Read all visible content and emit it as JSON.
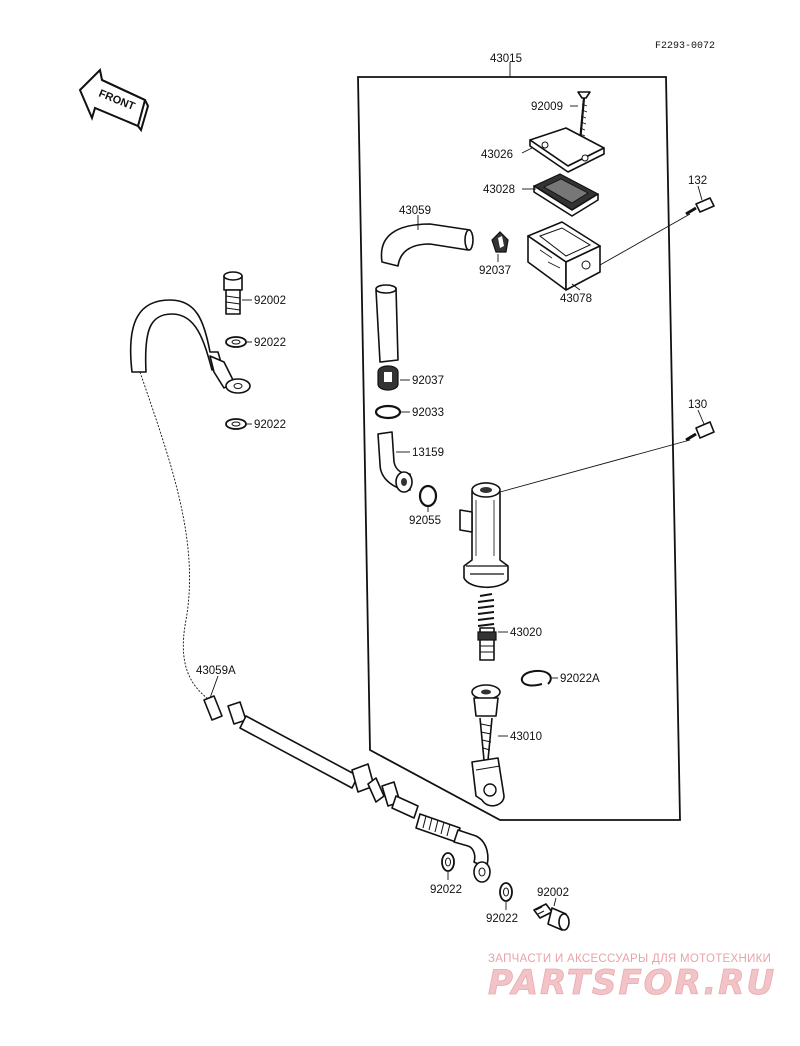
{
  "drawing_code": "F2293-0072",
  "front_label": "FRONT",
  "assembly_label": "43015",
  "parts": [
    {
      "id": "p-43015",
      "label": "43015"
    },
    {
      "id": "p-92009",
      "label": "92009"
    },
    {
      "id": "p-43026",
      "label": "43026"
    },
    {
      "id": "p-43028",
      "label": "43028"
    },
    {
      "id": "p-132",
      "label": "132"
    },
    {
      "id": "p-43059",
      "label": "43059"
    },
    {
      "id": "p-92037a",
      "label": "92037"
    },
    {
      "id": "p-43078",
      "label": "43078"
    },
    {
      "id": "p-92002a",
      "label": "92002"
    },
    {
      "id": "p-92022a",
      "label": "92022"
    },
    {
      "id": "p-92022b",
      "label": "92022"
    },
    {
      "id": "p-92037b",
      "label": "92037"
    },
    {
      "id": "p-92033",
      "label": "92033"
    },
    {
      "id": "p-130",
      "label": "130"
    },
    {
      "id": "p-13159",
      "label": "13159"
    },
    {
      "id": "p-92055",
      "label": "92055"
    },
    {
      "id": "p-43020",
      "label": "43020"
    },
    {
      "id": "p-92022A",
      "label": "92022A"
    },
    {
      "id": "p-43059A",
      "label": "43059A"
    },
    {
      "id": "p-43010",
      "label": "43010"
    },
    {
      "id": "p-92022c",
      "label": "92022"
    },
    {
      "id": "p-92002b",
      "label": "92002"
    },
    {
      "id": "p-92022d",
      "label": "92022"
    }
  ],
  "watermark": {
    "tagline": "ЗАПЧАСТИ И АКСЕССУАРЫ ДЛЯ МОТОТЕХНИКИ",
    "brand": "PARTSFOR.RU"
  }
}
